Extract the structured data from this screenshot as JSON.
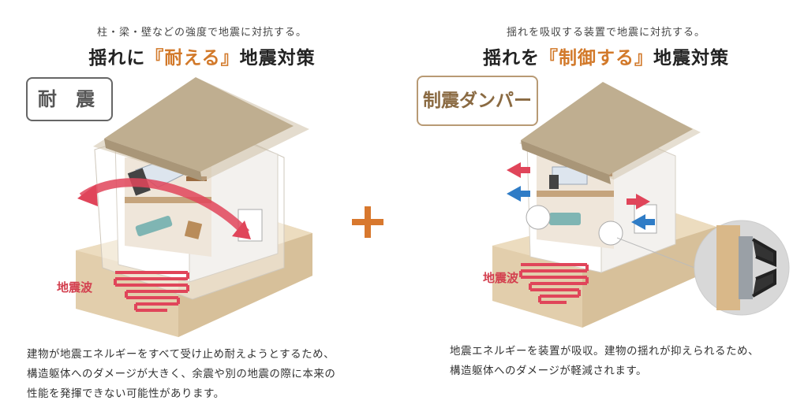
{
  "left": {
    "subtitle": "柱・梁・壁などの強度で地震に対抗する。",
    "title_pre": "揺れに",
    "title_accent": "『耐える』",
    "title_post": "地震対策",
    "badge": "耐 震",
    "wave_label": "地震波",
    "description": [
      "建物が地震エネルギーをすべて受け止め耐えようとするため、",
      "構造躯体へのダメージが大きく、余震や別の地震の際に本来の",
      "性能を発揮できない可能性があります。"
    ]
  },
  "right": {
    "subtitle": "揺れを吸収する装置で地震に対抗する。",
    "title_pre": "揺れを",
    "title_accent": "『制御する』",
    "title_post": "地震対策",
    "badge": "制震ダンパー",
    "wave_label": "地震波",
    "description": [
      "地震エネルギーを装置が吸収。建物の揺れが抑えられるため、",
      "構造躯体へのダメージが軽減されます。"
    ]
  },
  "colors": {
    "accent": "#d2792a",
    "wave": "#e0455a",
    "plus": "#d8782e",
    "ground": "#e2ceac",
    "roof": "#bfae90"
  },
  "plus_icon": "plus-icon"
}
